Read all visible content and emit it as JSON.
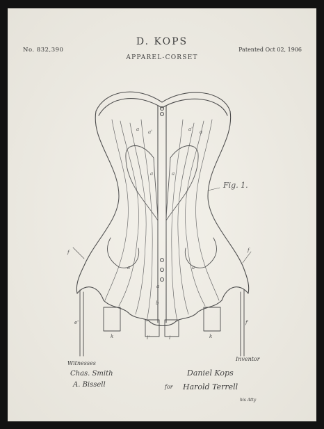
{
  "header": {
    "patent_number": "No. 832,390",
    "inventor": "D. KOPS",
    "invention": "APPAREL-CORSET",
    "patent_date": "Patented Oct 02, 1906"
  },
  "drawing": {
    "figure_label": "Fig. 1."
  },
  "signatures": {
    "witnesses_label": "Witnesses",
    "witness_1": "Chas. Smith",
    "witness_2": "A. Bissell",
    "inventor_label": "Inventor",
    "inventor_signature": "Daniel Kops",
    "by_label": "for",
    "attorney_signature": "Harold Terrell",
    "attorney_label": "his Atty"
  },
  "colors": {
    "paper": "#efece3",
    "ink": "#2b2b2b",
    "frame": "#121212"
  }
}
